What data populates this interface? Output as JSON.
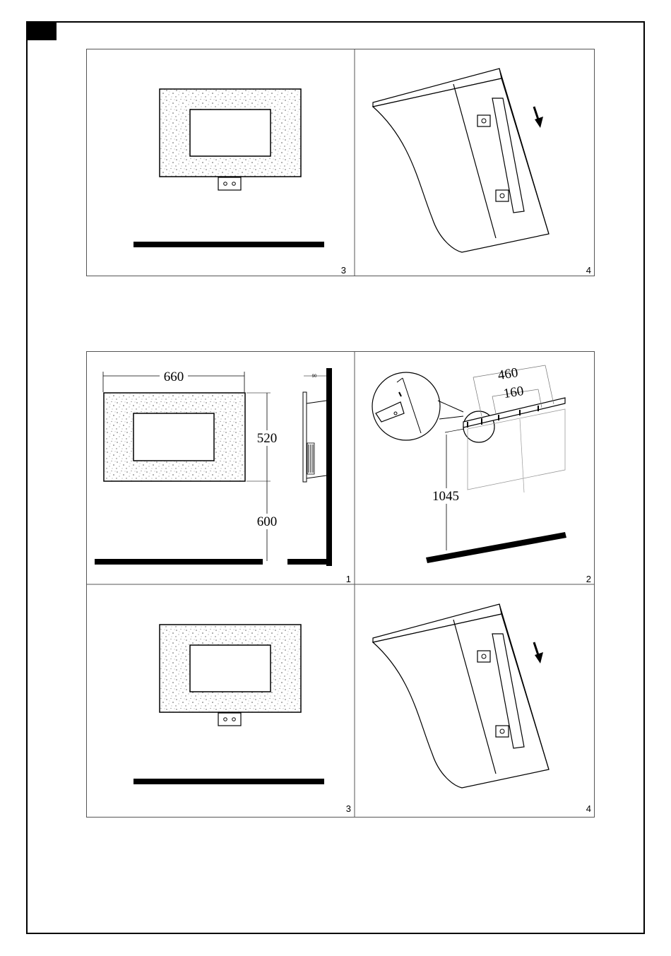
{
  "colors": {
    "ink": "#000000",
    "speckle": "#7a7a7a",
    "panel_border": "#555555"
  },
  "top_group": {
    "panels": [
      {
        "number": "3"
      },
      {
        "number": "4"
      }
    ]
  },
  "bottom_group": {
    "panel1": {
      "number": "1",
      "width_dim": "660",
      "height_dim": "520",
      "floor_dim": "600",
      "side_dim": "90"
    },
    "panel2": {
      "number": "2",
      "span_outer": "460",
      "span_inner": "160",
      "height_dim": "1045"
    },
    "panel3": {
      "number": "3"
    },
    "panel4": {
      "number": "4"
    }
  }
}
